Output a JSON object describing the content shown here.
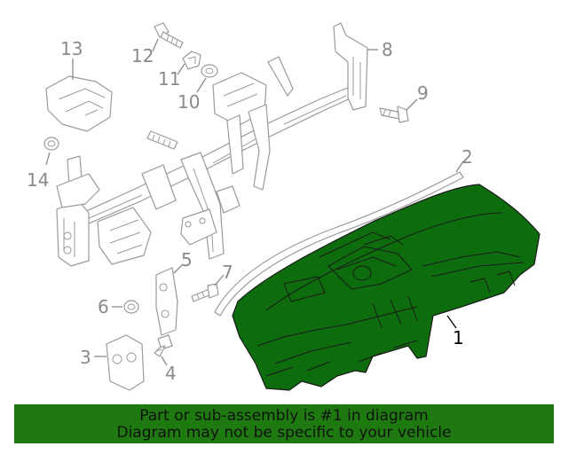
{
  "callouts": {
    "c1": "1",
    "c2": "2",
    "c3": "3",
    "c4": "4",
    "c5": "5",
    "c6": "6",
    "c7": "7",
    "c8": "8",
    "c9": "9",
    "c10": "10",
    "c11": "11",
    "c12": "12",
    "c13": "13",
    "c14": "14"
  },
  "banner": {
    "line1": "Part or sub-assembly is #1 in diagram",
    "line2": "Diagram may not be specific to your vehicle"
  },
  "colors": {
    "highlight": "#0d6d0d",
    "banner": "#1e7a10",
    "outline": "#9a9a9a"
  }
}
